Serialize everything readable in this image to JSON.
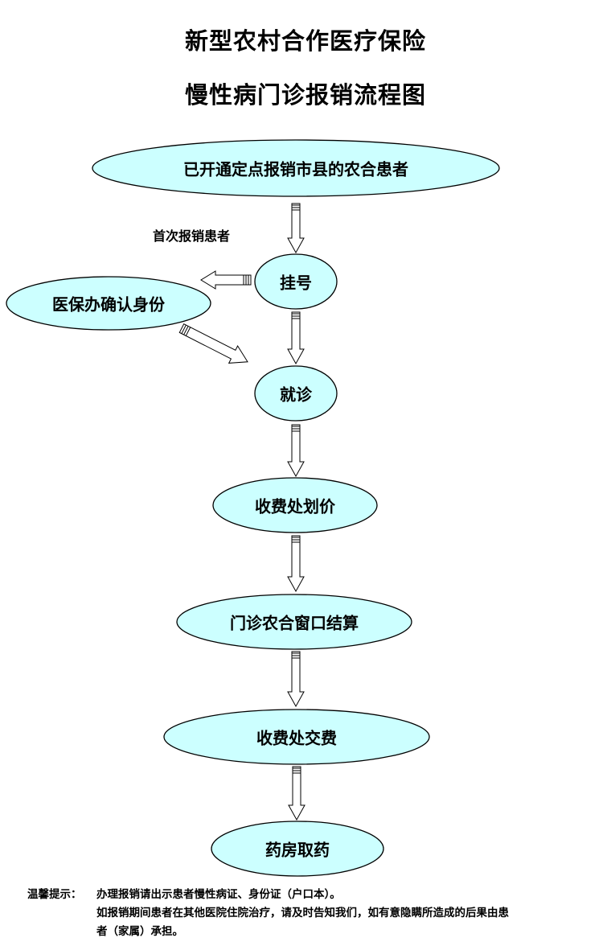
{
  "title": {
    "line1": "新型农村合作医疗保险",
    "line2": "慢性病门诊报销流程图"
  },
  "nodes": {
    "start": "已开通定点报销市县的农合患者",
    "register": "挂号",
    "confirm": "医保办确认身份",
    "consult": "就诊",
    "pricing": "收费处划价",
    "settle": "门诊农合窗口结算",
    "pay": "收费处交费",
    "pharmacy": "药房取药"
  },
  "side_label": "首次报销患者",
  "notes": {
    "label": "温馨提示：",
    "line1": "办理报销请出示患者慢性病证、身份证（户口本）。",
    "line2": "如报销期间患者在其他医院住院治疗，请及时告知我们，如有意隐瞒所造成的后果由患",
    "line3": "者（家属）承担。"
  },
  "colors": {
    "node_fill": "#ccffff",
    "stroke": "#000000",
    "arrow_fill": "#ffffff"
  }
}
